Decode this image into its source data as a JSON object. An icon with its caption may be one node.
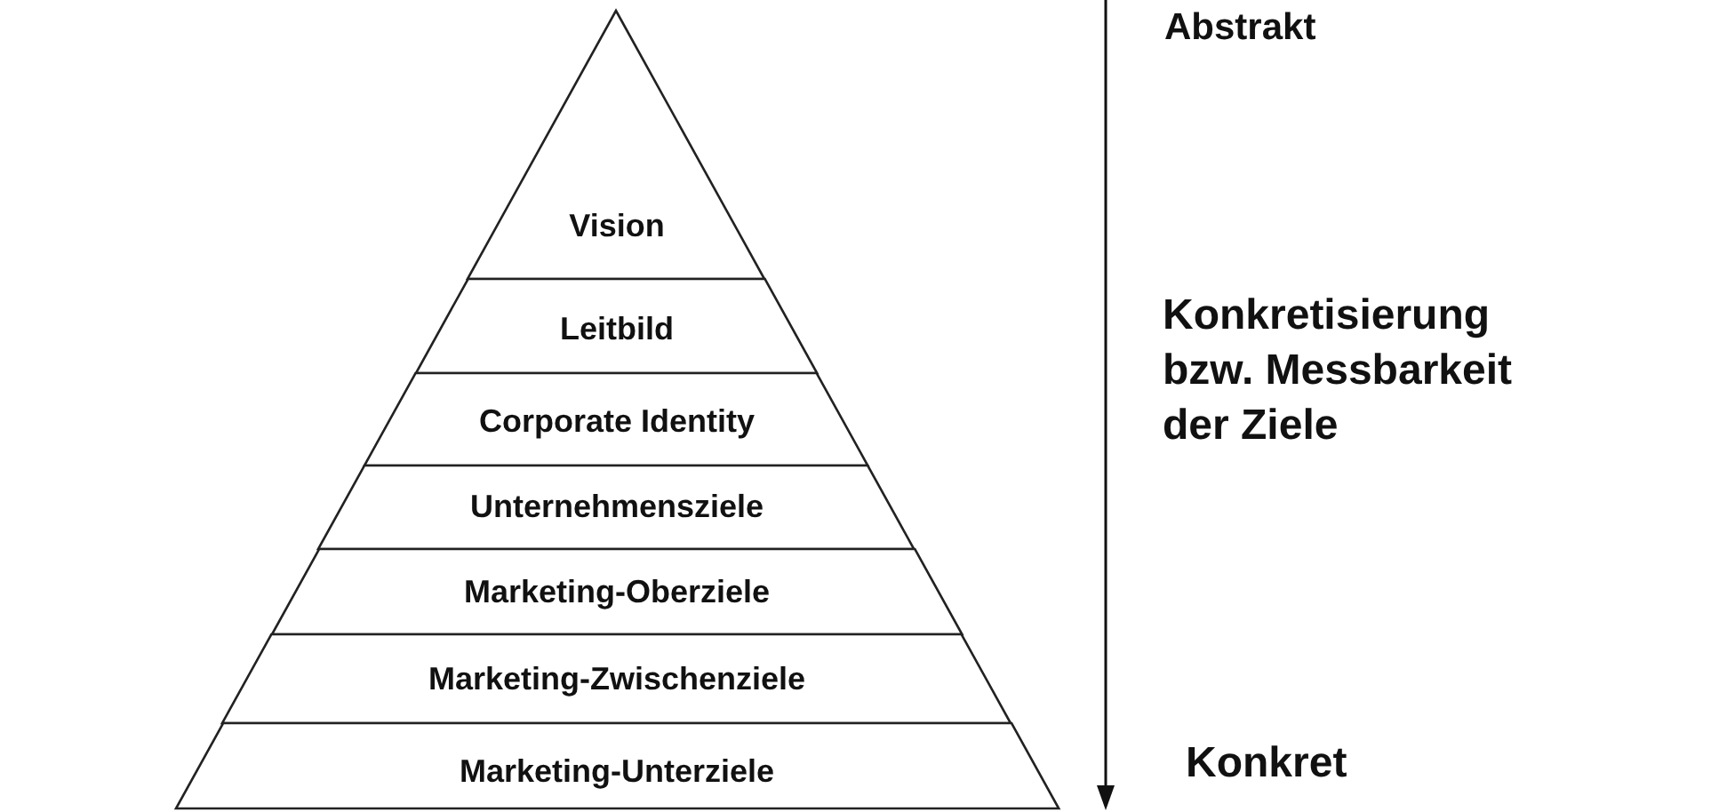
{
  "diagram": {
    "nodes": [
      {
        "text": [
          "Vision"
        ]
      },
      {
        "text": [
          "Leitbild"
        ]
      },
      {
        "text": [
          "Corporate Identity"
        ]
      },
      {
        "text": [
          "Unternehmensziele"
        ]
      },
      {
        "text": [
          "Marketing-Oberziele"
        ]
      },
      {
        "text": [
          "Marketing-Zwischenziele"
        ]
      },
      {
        "text": [
          "Marketing-Unterziele"
        ]
      }
    ],
    "labels": [
      "Abstrakt",
      "Konkretisierung bzw. Messbarkeit der Ziele",
      "Konkret"
    ]
  }
}
